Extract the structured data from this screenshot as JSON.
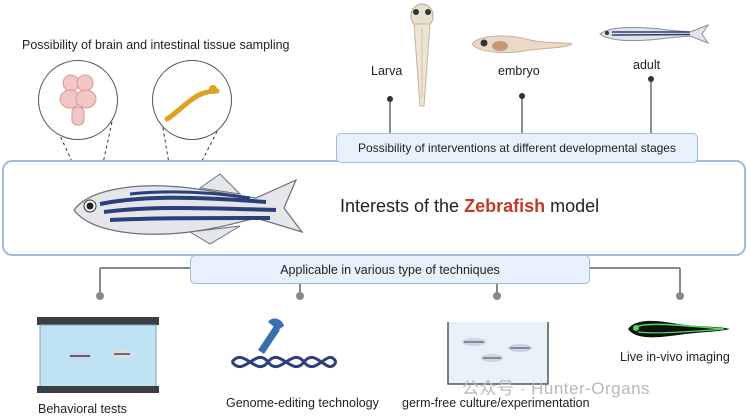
{
  "top": {
    "sampling_label": "Possibility of brain and intestinal tissue sampling",
    "stage_labels": [
      "Larva",
      "embryo",
      "adult"
    ],
    "interventions_label": "Possibility of interventions at different developmental stages"
  },
  "center": {
    "title_prefix": "Interests of the ",
    "title_highlight": "Zebrafish",
    "title_suffix": " model",
    "highlight_color": "#c0392b"
  },
  "techniques": {
    "header": "Applicable in various type of techniques",
    "items": [
      "Behavioral tests",
      "Genome-editing technology",
      "germ-free culture/experimentation",
      "Live in-vivo imaging"
    ]
  },
  "watermark": "公众号 · Hunter-Organs",
  "colors": {
    "box_fill": "#e8f1fb",
    "box_border": "#9dbcdf",
    "fish_stripe": "#2b3f7a",
    "gut": "#e0a020",
    "brain": "#f3c6c6",
    "fluorescence": "#4cdc5a"
  }
}
